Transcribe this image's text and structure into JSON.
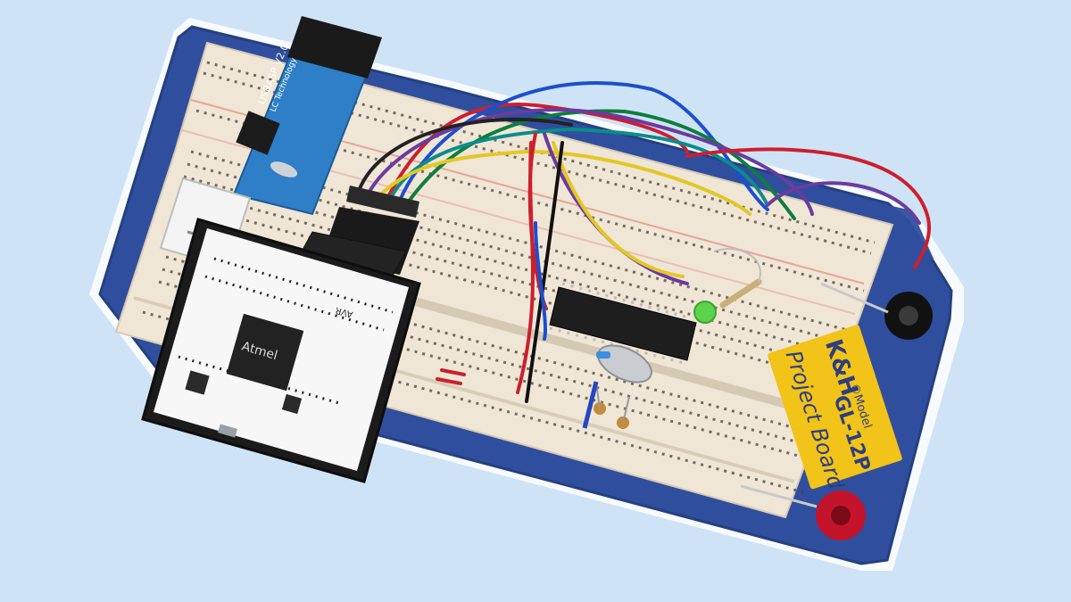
{
  "photo": {
    "background_color": "#cfe3f7",
    "board_color": "#2f4e9e",
    "breadboard_color": "#efe6d6"
  },
  "breadboard_label": {
    "brand": "K&H",
    "model_prefix": "®Model",
    "model": "GL-12P",
    "product": "Project Board",
    "label_color": "#f2c318"
  },
  "usbasp": {
    "title": "USBASP V2.0",
    "maker": "LC Technology",
    "pcb_color": "#2e7fc7"
  },
  "debugger": {
    "chip_brand": "Atmel",
    "model": "AVR"
  },
  "terminals": [
    {
      "name": "black-binding-post",
      "color": "#111111"
    },
    {
      "name": "red-binding-post",
      "color": "#c4142b"
    }
  ],
  "components": {
    "ic": "dip-28-microcontroller",
    "crystal": "crystal-oscillator",
    "led_color": "#5bd34a"
  }
}
